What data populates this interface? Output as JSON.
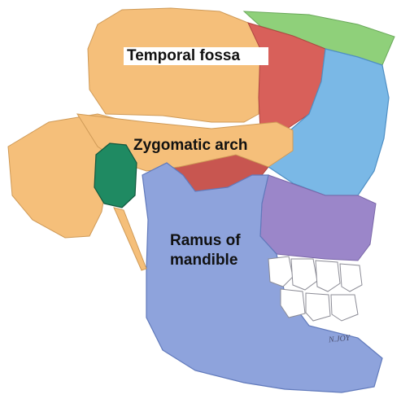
{
  "labels": {
    "temporal_fossa": "Temporal fossa",
    "zygomatic_arch": "Zygomatic arch",
    "ramus_line1": "Ramus of",
    "ramus_line2": "mandible"
  },
  "signature": "N.JOY",
  "colors": {
    "temporal_bone": "#f5bf7a",
    "muscle_red": "#d8605a",
    "zygomatic_blue": "#7ab8e6",
    "mandible_blue": "#8ea3dc",
    "maxilla_purple": "#9b86c9",
    "condyle_green": "#1f8a62",
    "frontal_green": "#8fd07a",
    "teeth": "#ffffff"
  }
}
